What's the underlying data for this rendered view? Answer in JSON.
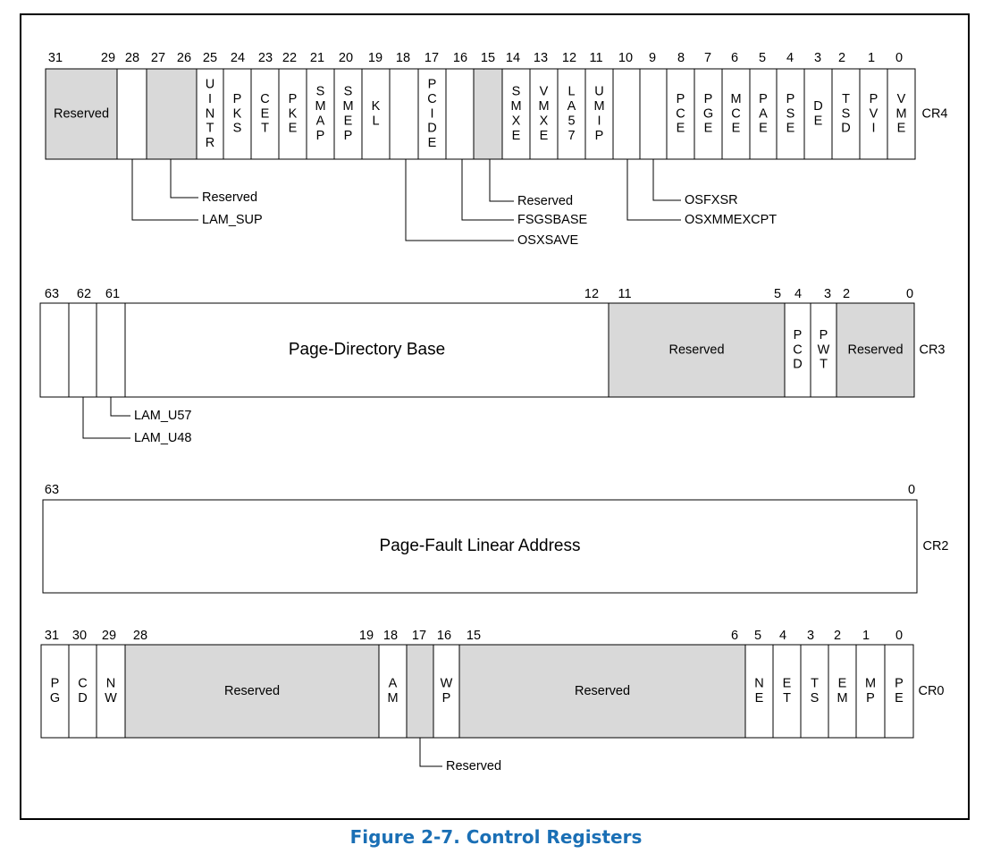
{
  "colors": {
    "reserved_fill": "#d9d9d9",
    "caption": "#1a6fb5"
  },
  "registers": [
    {
      "id": "cr4",
      "name": "CR4",
      "positions": [
        "31",
        "29",
        "28",
        "27",
        "26",
        "25",
        "24",
        "23",
        "22",
        "21",
        "20",
        "19",
        "18",
        "17",
        "16",
        "15",
        "14",
        "13",
        "12",
        "11",
        "10",
        "9",
        "8",
        "7",
        "6",
        "5",
        "4",
        "3",
        "2",
        "1",
        "0"
      ],
      "fields": [
        {
          "label": "Reserved",
          "reserved": true
        },
        {
          "label": ""
        },
        {
          "label": "",
          "reserved": true
        },
        {
          "label": "UINTR",
          "vertical": true
        },
        {
          "label": "PKS",
          "vertical": true
        },
        {
          "label": "CET",
          "vertical": true
        },
        {
          "label": "PKE",
          "vertical": true
        },
        {
          "label": "SMAP",
          "vertical": true
        },
        {
          "label": "SMEP",
          "vertical": true
        },
        {
          "label": "KL",
          "vertical": true
        },
        {
          "label": ""
        },
        {
          "label": "PCIDE",
          "vertical": true
        },
        {
          "label": ""
        },
        {
          "label": "",
          "reserved": true
        },
        {
          "label": "SMXE",
          "vertical": true
        },
        {
          "label": "VMXE",
          "vertical": true
        },
        {
          "label": "LA57",
          "vertical": true
        },
        {
          "label": "UMIP",
          "vertical": true
        },
        {
          "label": ""
        },
        {
          "label": ""
        },
        {
          "label": "PCE",
          "vertical": true
        },
        {
          "label": "PGE",
          "vertical": true
        },
        {
          "label": "MCE",
          "vertical": true
        },
        {
          "label": "PAE",
          "vertical": true
        },
        {
          "label": "PSE",
          "vertical": true
        },
        {
          "label": "DE",
          "vertical": true
        },
        {
          "label": "TSD",
          "vertical": true
        },
        {
          "label": "PVI",
          "vertical": true
        },
        {
          "label": "VME",
          "vertical": true
        }
      ],
      "callouts": [
        "Reserved",
        "LAM_SUP",
        "Reserved",
        "FSGSBASE",
        "OSXSAVE",
        "OSFXSR",
        "OSXMMEXCPT"
      ]
    },
    {
      "id": "cr3",
      "name": "CR3",
      "positions": [
        "63",
        "62",
        "61",
        "12",
        "11",
        "5",
        "4",
        "3",
        "2",
        "0"
      ],
      "fields": [
        {
          "label": ""
        },
        {
          "label": ""
        },
        {
          "label": ""
        },
        {
          "label": "Page-Directory Base",
          "big": true
        },
        {
          "label": "Reserved",
          "reserved": true
        },
        {
          "label": "PCD",
          "vertical": true
        },
        {
          "label": "PWT",
          "vertical": true
        },
        {
          "label": "Reserved",
          "reserved": true
        }
      ],
      "callouts": [
        "LAM_U57",
        "LAM_U48"
      ]
    },
    {
      "id": "cr2",
      "name": "CR2",
      "positions": [
        "63",
        "0"
      ],
      "fields": [
        {
          "label": "Page-Fault Linear Address",
          "big": true
        }
      ],
      "callouts": []
    },
    {
      "id": "cr0",
      "name": "CR0",
      "positions": [
        "31",
        "30",
        "29",
        "28",
        "19",
        "18",
        "17",
        "16",
        "15",
        "6",
        "5",
        "4",
        "3",
        "2",
        "1",
        "0"
      ],
      "fields": [
        {
          "label": "PG",
          "vertical": true
        },
        {
          "label": "CD",
          "vertical": true
        },
        {
          "label": "NW",
          "vertical": true
        },
        {
          "label": "Reserved",
          "reserved": true
        },
        {
          "label": "AM",
          "vertical": true
        },
        {
          "label": "",
          "reserved": true
        },
        {
          "label": "WP",
          "vertical": true
        },
        {
          "label": "Reserved",
          "reserved": true
        },
        {
          "label": "NE",
          "vertical": true
        },
        {
          "label": "ET",
          "vertical": true
        },
        {
          "label": "TS",
          "vertical": true
        },
        {
          "label": "EM",
          "vertical": true
        },
        {
          "label": "MP",
          "vertical": true
        },
        {
          "label": "PE",
          "vertical": true
        }
      ],
      "callouts": [
        "Reserved"
      ]
    }
  ],
  "caption": "Figure 2-7.  Control Registers"
}
